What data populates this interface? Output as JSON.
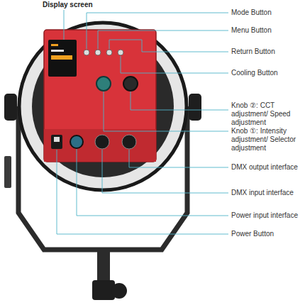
{
  "diagram": {
    "labels": [
      "Display screen",
      "Mode Button",
      "Menu Button",
      "Return Button",
      "Cooling Button",
      "Knob ②: CCT adjustment/ Speed adjustment",
      "Knob ①: Intensity adjustment/ Selector adjustment",
      "DMX output interface",
      "DMX input interface",
      "Power input interface",
      "Power Button"
    ]
  }
}
